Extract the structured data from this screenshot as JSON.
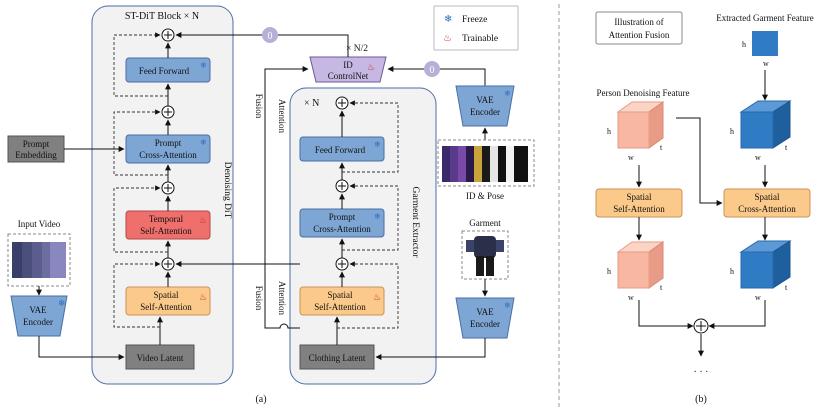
{
  "panel_a": {
    "caption": "(a)",
    "dit_block_title": "ST-DiT Block × N",
    "denoising_dit_label": "Denoising DiT",
    "input_video_label": "Input Video",
    "prompt_embedding": [
      "Prompt",
      "Embedding"
    ],
    "vae_encoder_left": [
      "VAE",
      "Encoder"
    ],
    "video_latent": "Video Latent",
    "dit_blocks": {
      "feed_forward": "Feed Forward",
      "prompt_cross_attention": [
        "Prompt",
        "Cross-Attention"
      ],
      "temporal_self_attention": [
        "Temporal",
        "Self-Attention"
      ],
      "spatial_self_attention": [
        "Spatial",
        "Self-Attention"
      ]
    },
    "legend": {
      "freeze": "Freeze",
      "trainable": "Trainable"
    },
    "id_controlnet": {
      "label": [
        "ID",
        "ControlNet"
      ],
      "repeat": "× N/2"
    },
    "zero_token": "0",
    "vae_encoder_right_top": [
      "VAE",
      "Encoder"
    ],
    "id_pose_label": "ID & Pose",
    "attention_fusion_top": [
      "Attention",
      "Fusion"
    ],
    "attention_fusion_bottom": [
      "Attention",
      "Fusion"
    ],
    "garment_extractor": {
      "repeat": "× N",
      "label": "Garment Extractor",
      "feed_forward": "Feed Forward",
      "prompt_cross_attention": [
        "Prompt",
        "Cross-Attention"
      ],
      "spatial_self_attention": [
        "Spatial",
        "Self-Attention"
      ],
      "clothing_latent": "Clothing Latent"
    },
    "garment_label": "Garment",
    "vae_encoder_garment": [
      "VAE",
      "Encoder"
    ]
  },
  "panel_b": {
    "caption": "(b)",
    "title": [
      "Illustration of",
      "Attention Fusion"
    ],
    "extracted_garment_feature": "Extracted Garment Feature",
    "person_denoising_feature": "Person Denoising Feature",
    "spatial_self_attention": [
      "Spatial",
      "Self-Attention"
    ],
    "spatial_cross_attention": [
      "Spatial",
      "Cross-Attention"
    ],
    "dim_h": "h",
    "dim_w": "w",
    "dim_t": "t",
    "ellipsis": "· · ·"
  },
  "colors": {
    "panel_bg": "#f2f2f2",
    "blue_box": "#7ea6d4",
    "orange_box": "#fbc98a",
    "red_box": "#ef6f6c",
    "gray_box": "#808080",
    "purple_box": "#c6b8e3",
    "zero_circle": "#b5b0d8",
    "cube_blue": "#2f7bc4",
    "cube_salmon": "#f8b7a2"
  }
}
